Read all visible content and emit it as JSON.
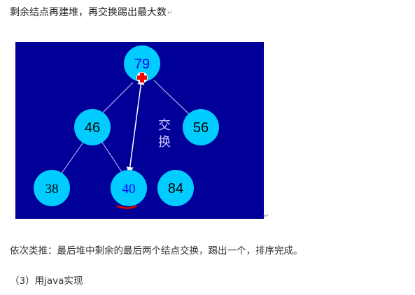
{
  "heading": "剩余结点再建堆，再交换踢出最大数",
  "para_mark": "↵",
  "figure": {
    "nodes": [
      {
        "value": "79",
        "color": "#0000ff"
      },
      {
        "value": "46",
        "color": "#000000"
      },
      {
        "value": "56",
        "color": "#000000"
      },
      {
        "value": "38",
        "color": "#000000"
      },
      {
        "value": "40",
        "color": "#0000ff"
      },
      {
        "value": "84",
        "color": "#000000"
      }
    ],
    "swap_label_line1": "交",
    "swap_label_line2": "换",
    "colors": {
      "background": "#000099",
      "node_fill": "#00ccff",
      "edge": "#ccccff",
      "arrow": "#ffffff",
      "cross": "#ff0000",
      "underline": "#cc0000",
      "swap_label": "#ccccff"
    }
  },
  "paragraph1": "依次类推：最后堆中剩余的最后两个结点交换，踢出一个，排序完成。",
  "paragraph2": "（3）用java实现"
}
